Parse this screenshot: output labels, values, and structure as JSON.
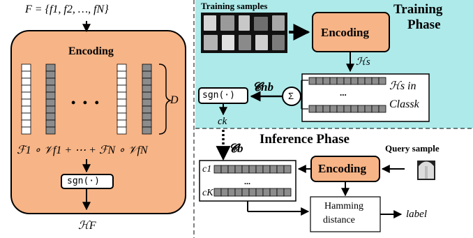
{
  "left": {
    "input_set": "F = {f1, f2, …, fN}",
    "encoding_title": "Encoding",
    "dots": "• • •",
    "dim_label": "D",
    "binding_formula": "ℱ1 ∘ 𝒱f1 + ⋯ + ℱN ∘ 𝒱fN",
    "sgn_label": "sgn(·)",
    "output_label": "ℋF"
  },
  "training": {
    "samples_title": "Training samples",
    "phase_title_line1": "Training",
    "phase_title_line2": "Phase",
    "encoding_label": "Encoding",
    "hs_label": "ℋs",
    "hs_in_line1": "ℋs in",
    "hs_in_line2": "Classk",
    "ellipsis": "...",
    "sum_symbol": "Σ",
    "c_nb": "𝓒nb",
    "sgn_label": "sgn(·)",
    "c_k": "ck",
    "c_b": "𝓒b"
  },
  "inference": {
    "phase_title": "Inference Phase",
    "query_title": "Query sample",
    "encoding_label": "Encoding",
    "c1": "c1",
    "cK": "cK",
    "ellipsis": "...",
    "hamming_line1": "Hamming",
    "hamming_line2": "distance",
    "output_label": "label"
  },
  "colors": {
    "encoding_fill": "#f7b486",
    "training_bg": "#aeeaea",
    "cell_fill": "#8c8c8c"
  }
}
